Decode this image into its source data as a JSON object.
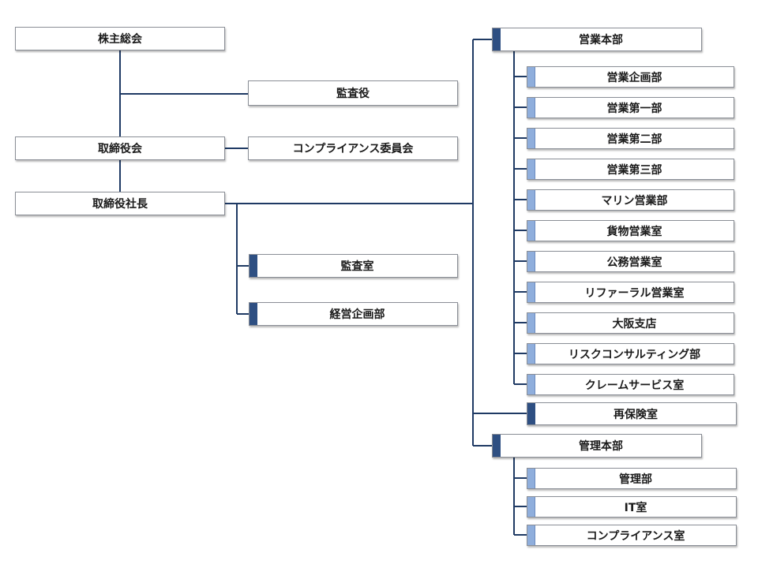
{
  "colors": {
    "line": "#1f3a64",
    "accent_dark": "#2e4f82",
    "accent_light": "#8faedc"
  },
  "nodes": {
    "kabunushi": "株主総会",
    "kansayaku": "監査役",
    "torishimariyakukai": "取締役会",
    "compliance_iinkai": "コンプライアンス委員会",
    "shacho": "取締役社長",
    "kansashitsu": "監査室",
    "keiei_kikaku": "経営企画部",
    "eigyo_honbu": "営業本部",
    "eigyo_kikaku": "営業企画部",
    "eigyo_1": "営業第一部",
    "eigyo_2": "営業第二部",
    "eigyo_3": "営業第三部",
    "marine": "マリン営業部",
    "kamotsu": "貨物営業室",
    "koumu": "公務営業室",
    "referral": "リファーラル営業室",
    "osaka": "大阪支店",
    "risk": "リスクコンサルティング部",
    "claim": "クレームサービス室",
    "saihoken": "再保険室",
    "kanri_honbu": "管理本部",
    "kanri": "管理部",
    "it": "IT室",
    "compliance_shitsu": "コンプライアンス室"
  }
}
